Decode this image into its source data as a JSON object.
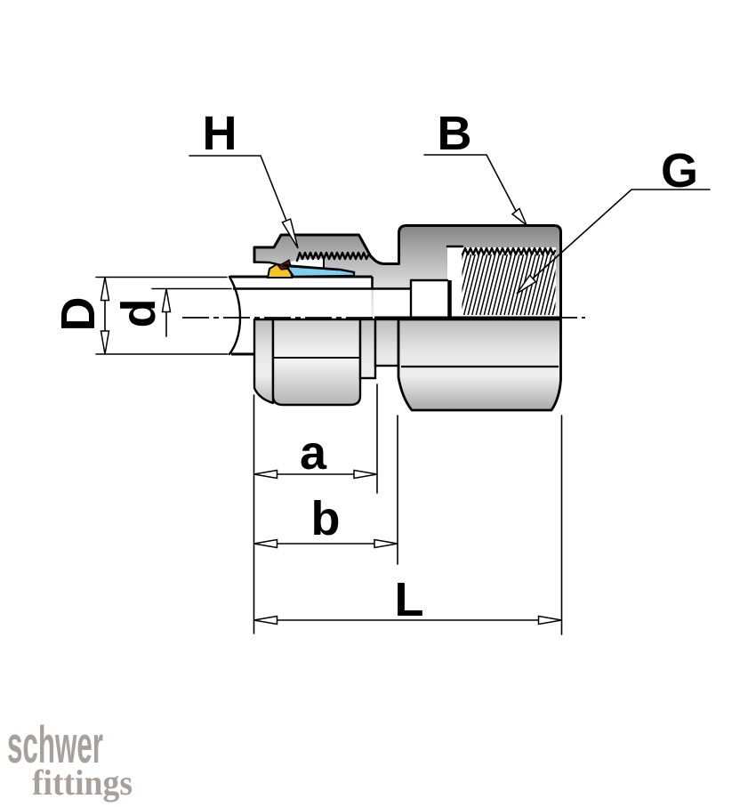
{
  "diagram": {
    "title": "compression-fitting-female-stud-coupling-section",
    "part_labels": {
      "nut": "H",
      "body": "B",
      "thread": "G"
    },
    "dimensions": {
      "outer_diameter": "D",
      "inner_diameter": "d",
      "nut_length": "a",
      "body_length": "b",
      "total_length": "L"
    },
    "colors": {
      "seal_ring": "#f5c41d",
      "seal_edge_dark": "#5d1414",
      "cutting_ring": "#7fd0ee",
      "metal_dark": "#7e7e7e",
      "metal_mid": "#c9c9c9",
      "metal_light": "#f2f2f2",
      "outline": "#000000"
    }
  },
  "logo": {
    "brand": "schwer",
    "suffix": "fittings",
    "color": "#a8a09b"
  }
}
